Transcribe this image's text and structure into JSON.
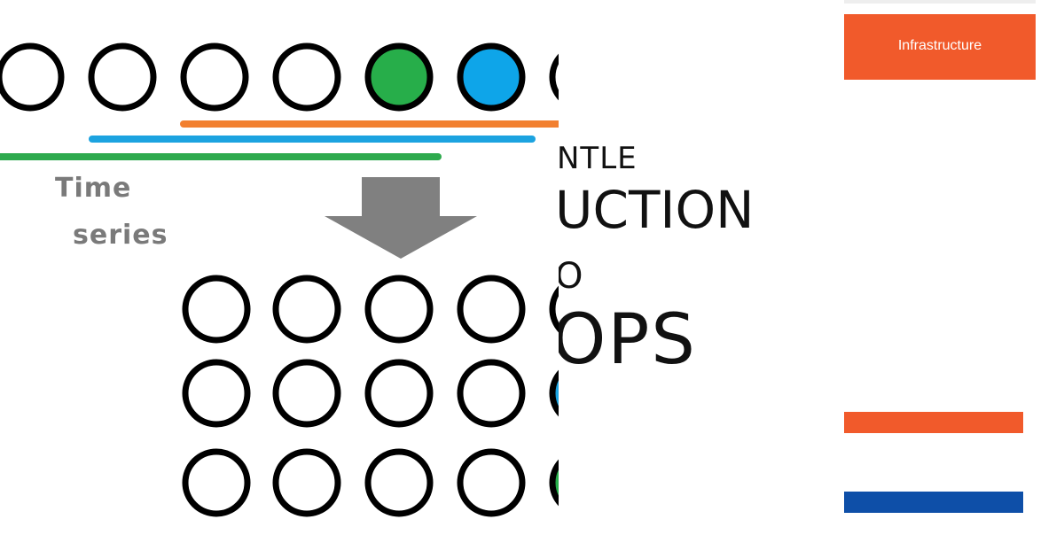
{
  "graphic": {
    "time_series_label": [
      "Time",
      "series"
    ],
    "top_row_fills": [
      "#ffffff",
      "#ffffff",
      "#ffffff",
      "#ffffff",
      "#27ae4a",
      "#0ea5e9",
      "#ffffff"
    ],
    "window_colors": {
      "orange": "#f28030",
      "blue": "#1ca3e0",
      "green": "#2eaa4e"
    },
    "arrow_color": "#808080",
    "grid_rows": 3,
    "grid_cols": 5,
    "grid_last_column_fills": [
      "#ffffff",
      "#1ca3e0",
      "#27ae4a"
    ]
  },
  "title": {
    "line1": "NTLE",
    "line2": "UCTION",
    "line3": "O",
    "line4": "OPS"
  },
  "sidebar": {
    "category_label": "Infrastructure"
  },
  "colors": {
    "accent": "#f15a2b",
    "brand_blue": "#0e4fa8"
  }
}
